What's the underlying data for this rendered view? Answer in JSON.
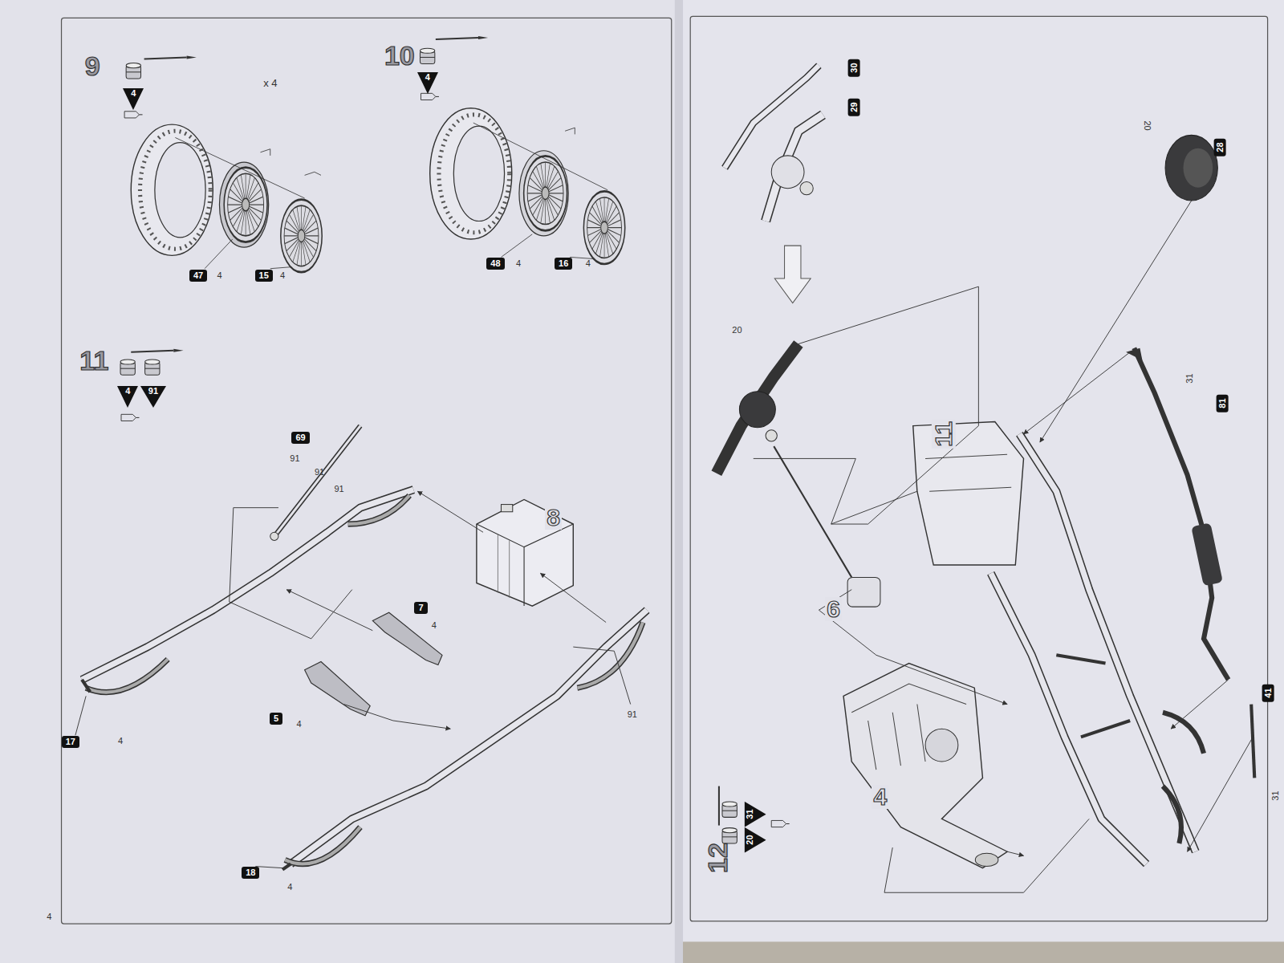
{
  "diagram": {
    "nodes": [
      {
        "text": [
          "4"
        ]
      },
      {
        "text": [
          "47"
        ]
      },
      {
        "text": [
          "15"
        ]
      },
      {
        "text": [
          "4"
        ]
      },
      {
        "text": [
          "48"
        ]
      },
      {
        "text": [
          "16"
        ]
      },
      {
        "text": [
          "4"
        ]
      },
      {
        "text": [
          "91"
        ]
      },
      {
        "text": [
          "69"
        ]
      },
      {
        "text": [
          "7"
        ]
      },
      {
        "text": [
          "5"
        ]
      },
      {
        "text": [
          "17"
        ]
      },
      {
        "text": [
          "18"
        ]
      },
      {
        "text": [
          "30"
        ]
      },
      {
        "text": [
          "29"
        ]
      },
      {
        "text": [
          "28"
        ]
      },
      {
        "text": [
          "81"
        ]
      },
      {
        "text": [
          "41"
        ]
      },
      {
        "text": [
          "31"
        ]
      },
      {
        "text": [
          "20"
        ]
      }
    ],
    "labels": [
      "9",
      "x 4",
      "4",
      "4",
      "10",
      "4",
      "4",
      "11",
      "91",
      "91",
      "91",
      "8",
      "4",
      "4",
      "4",
      "4",
      "91",
      "4",
      "20",
      "20",
      "11",
      "31",
      "6",
      "4",
      "31",
      "12"
    ]
  }
}
